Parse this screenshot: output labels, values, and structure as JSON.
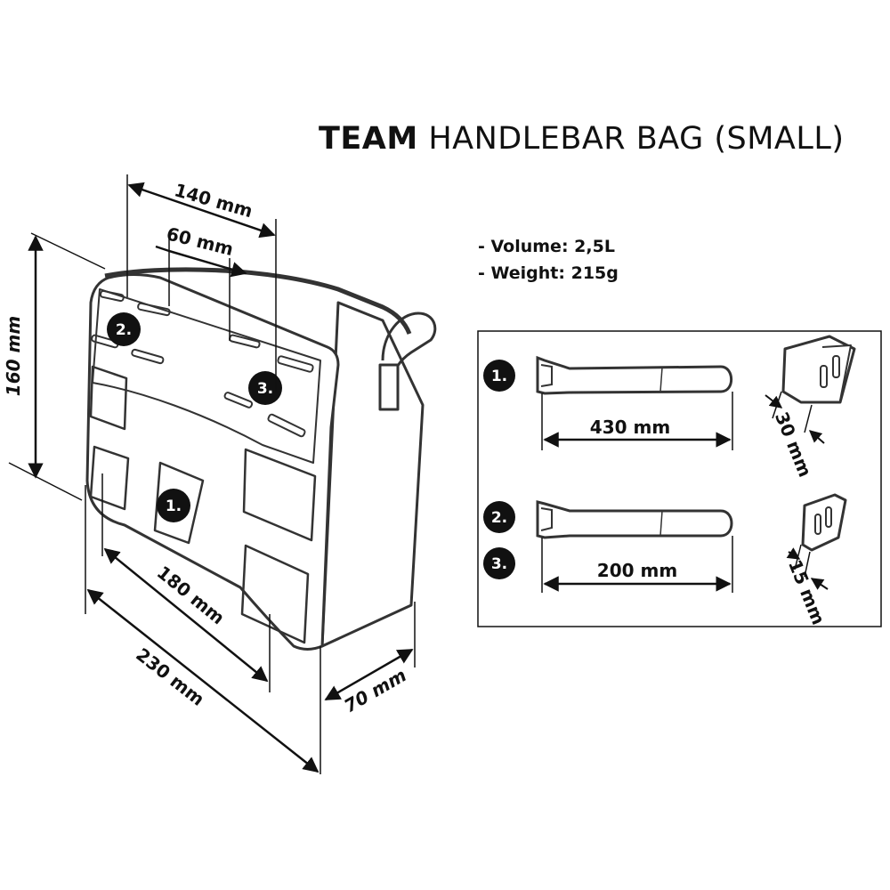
{
  "title": {
    "bold": "TEAM",
    "rest": "HANDLEBAR BAG (SMALL)"
  },
  "specs": {
    "volume": "- Volume: 2,5L",
    "weight": "- Weight: 215g"
  },
  "bag_dimensions": {
    "height": "160 mm",
    "top_width": "140 mm",
    "top_spacing": "60 mm",
    "bottom_inner": "180 mm",
    "bottom_outer": "230 mm",
    "depth": "70 mm"
  },
  "markers": {
    "one": "1.",
    "two": "2.",
    "three": "3."
  },
  "straps": {
    "strap1_length": "430 mm",
    "strap23_length": "200 mm",
    "spacer1_thickness": "30 mm",
    "spacer23_thickness": "15 mm"
  }
}
